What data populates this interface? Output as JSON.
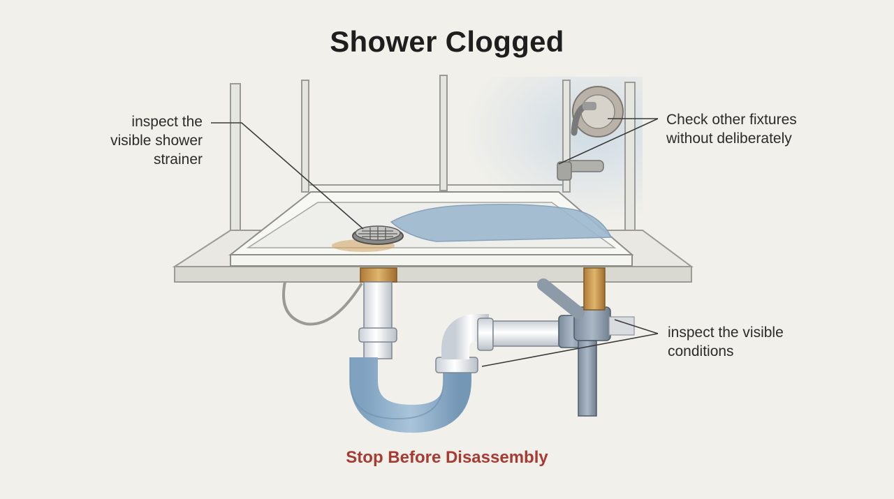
{
  "title": "Shower Clogged",
  "labels": {
    "strainer": [
      "inspect the",
      "visible shower",
      "strainer"
    ],
    "fixtures": [
      "Check other fixtures",
      "without deliberately"
    ],
    "conditions": [
      "inspect the visible",
      "conditions"
    ]
  },
  "footer": "Stop Before Disassembly",
  "colors": {
    "background": "#f1f0ea",
    "title": "#1e1e1e",
    "footer": "#a83a32",
    "water": "#8fb0cc",
    "brass": "#c9954a"
  }
}
